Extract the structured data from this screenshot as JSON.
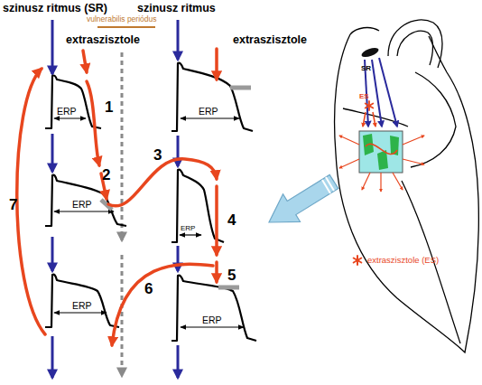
{
  "diagram": {
    "labels": [
      "szinusz ritmus (SR)",
      "szinusz ritmus",
      "vulnerabilis periódus",
      "extraszisztole",
      "extraszisztole",
      "1",
      "ERP",
      "ERP",
      "3",
      "2",
      "ERP",
      "ERP",
      "4",
      "7",
      "5",
      "6",
      "ERP",
      "ERP",
      "SR",
      "ES"
    ],
    "legend": [
      {
        "text": "extraszisztole (ES)"
      }
    ]
  }
}
